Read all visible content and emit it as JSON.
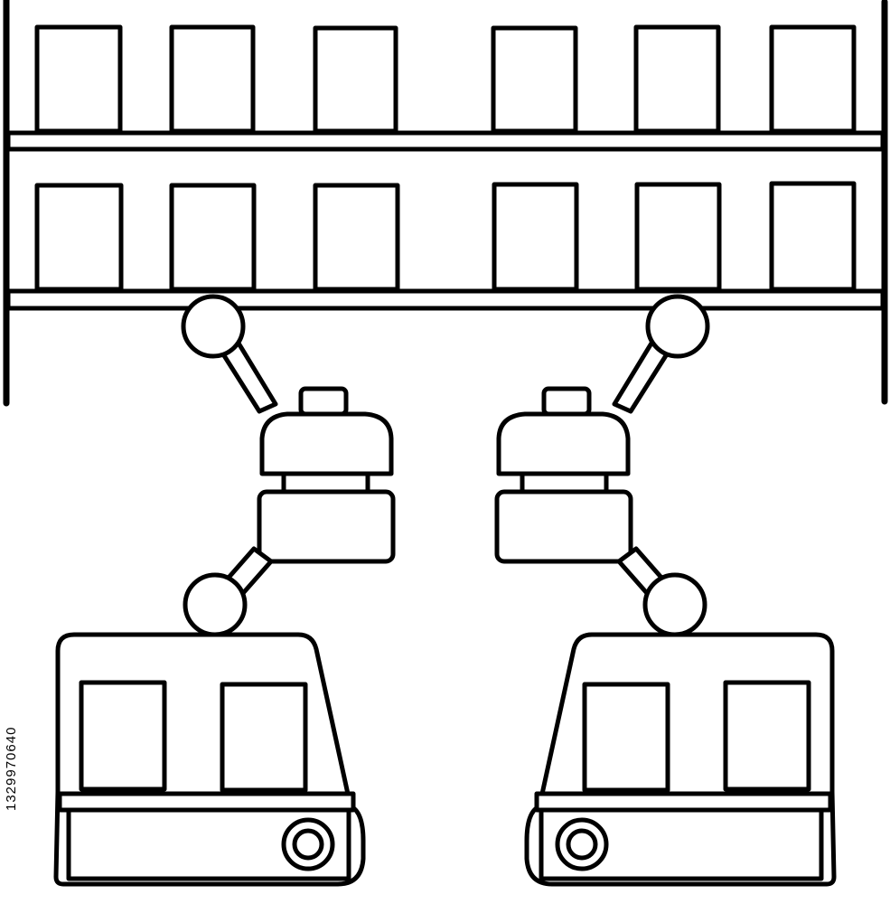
{
  "illustration": {
    "subject_icons": [
      "warehouse-shelf-icon",
      "robot-arm-icon",
      "autonomous-cart-icon"
    ],
    "stroke_color": "#000000",
    "fill_color": "#ffffff",
    "shelf": {
      "tiers": 2,
      "boxes_per_tier": 6
    },
    "robots": 2,
    "boxes_per_cart": 2
  },
  "stock_id": "1329970640"
}
